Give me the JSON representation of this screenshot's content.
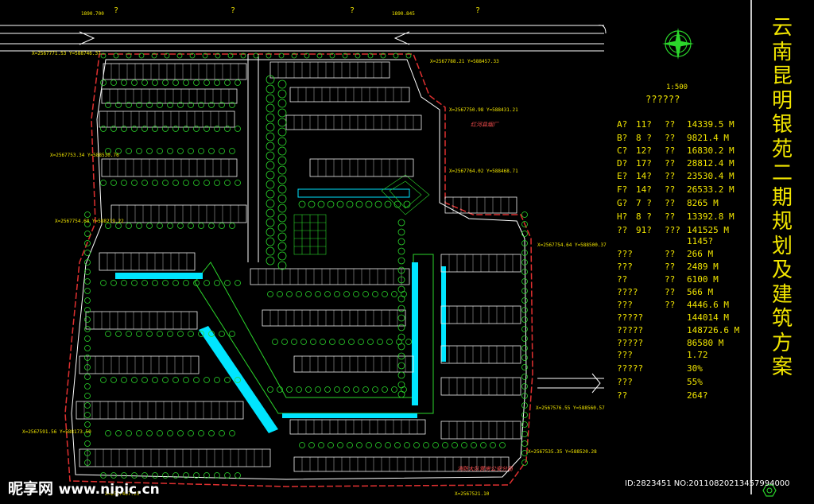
{
  "drawing": {
    "title_chars": [
      "云",
      "南",
      "昆",
      "明",
      "银",
      "苑",
      "二",
      "期",
      "规",
      "划",
      "及",
      "建",
      "筑",
      "方",
      "案"
    ],
    "scale": "1:500",
    "legend_heading": "??????",
    "legend_rows": [
      {
        "c1": "A?",
        "c2": "11?",
        "c3": "??",
        "val": "14339.5 M"
      },
      {
        "c1": "B?",
        "c2": "8 ?",
        "c3": "??",
        "val": "9821.4 M"
      },
      {
        "c1": "C?",
        "c2": "12?",
        "c3": "??",
        "val": "16830.2 M"
      },
      {
        "c1": "D?",
        "c2": "17?",
        "c3": "??",
        "val": "28812.4 M"
      },
      {
        "c1": "E?",
        "c2": "14?",
        "c3": "??",
        "val": "23530.4 M"
      },
      {
        "c1": "F?",
        "c2": "14?",
        "c3": "??",
        "val": "26533.2 M"
      },
      {
        "c1": "G?",
        "c2": "7 ?",
        "c3": "??",
        "val": "8265 M"
      },
      {
        "c1": "H?",
        "c2": "8 ?",
        "c3": "??",
        "val": "13392.8 M"
      },
      {
        "c1": "??",
        "c2": "91?",
        "c3": "???",
        "val": "141525 M"
      },
      {
        "c1": "",
        "c2": "",
        "c3": "",
        "val": "1145?"
      },
      {
        "c1": "???",
        "c2": "",
        "c3": "??",
        "val": "266 M"
      },
      {
        "c1": "???",
        "c2": "",
        "c3": "??",
        "val": "2489 M"
      },
      {
        "c1": "??",
        "c2": "",
        "c3": "??",
        "val": "6100 M"
      },
      {
        "c1": "????",
        "c2": "",
        "c3": "??",
        "val": "566 M"
      },
      {
        "c1": "???",
        "c2": "",
        "c3": "??",
        "val": "4446.6 M"
      },
      {
        "c1": "?????",
        "c2": "",
        "c3": "",
        "val": "144014 M"
      },
      {
        "c1": "?????",
        "c2": "",
        "c3": "",
        "val": "148726.6 M"
      },
      {
        "c1": "?????",
        "c2": "",
        "c3": "",
        "val": "86580 M"
      },
      {
        "c1": "???",
        "c2": "",
        "c3": "",
        "val": "1.72"
      },
      {
        "c1": "?????",
        "c2": "",
        "c3": "",
        "val": "30%"
      },
      {
        "c1": "???",
        "c2": "",
        "c3": "",
        "val": "55%"
      },
      {
        "c1": "??",
        "c2": "",
        "c3": "",
        "val": "264?"
      }
    ],
    "top_marks": [
      "?",
      "?",
      "?",
      "?"
    ],
    "top_levels": [
      "1890.700",
      "1890.845"
    ],
    "red_label": "红河县烟厂",
    "red_label_bottom": "消防大队营房公安分局",
    "coords": [
      "X=2567771.53  Y=588746.37",
      "X=2567753.34  Y=588530.76",
      "X=2567754.68  Y=588219.22",
      "X=2567591.56  Y=588173.50",
      "X=2567788.21  Y=588457.33",
      "X=2567750.98  Y=588431.21",
      "X=2567764.02  Y=588468.71",
      "X=2567754.64  Y=588500.37",
      "X=2567576.55  Y=588560.57",
      "X=2567535.35  Y=588520.28",
      "X=2567487.25",
      "X=2567521.10"
    ]
  },
  "watermark": {
    "brand": "昵享网",
    "url": "www.nipic.cn",
    "id_text": "ID:2823451 NO:20110820213457994000"
  },
  "colors": {
    "background": "#000000",
    "building": "#f0f0f0",
    "tree": "#2bd62b",
    "road_red": "#e03030",
    "water": "#00e5ff",
    "text": "#f2e600",
    "white_line": "#ffffff"
  }
}
